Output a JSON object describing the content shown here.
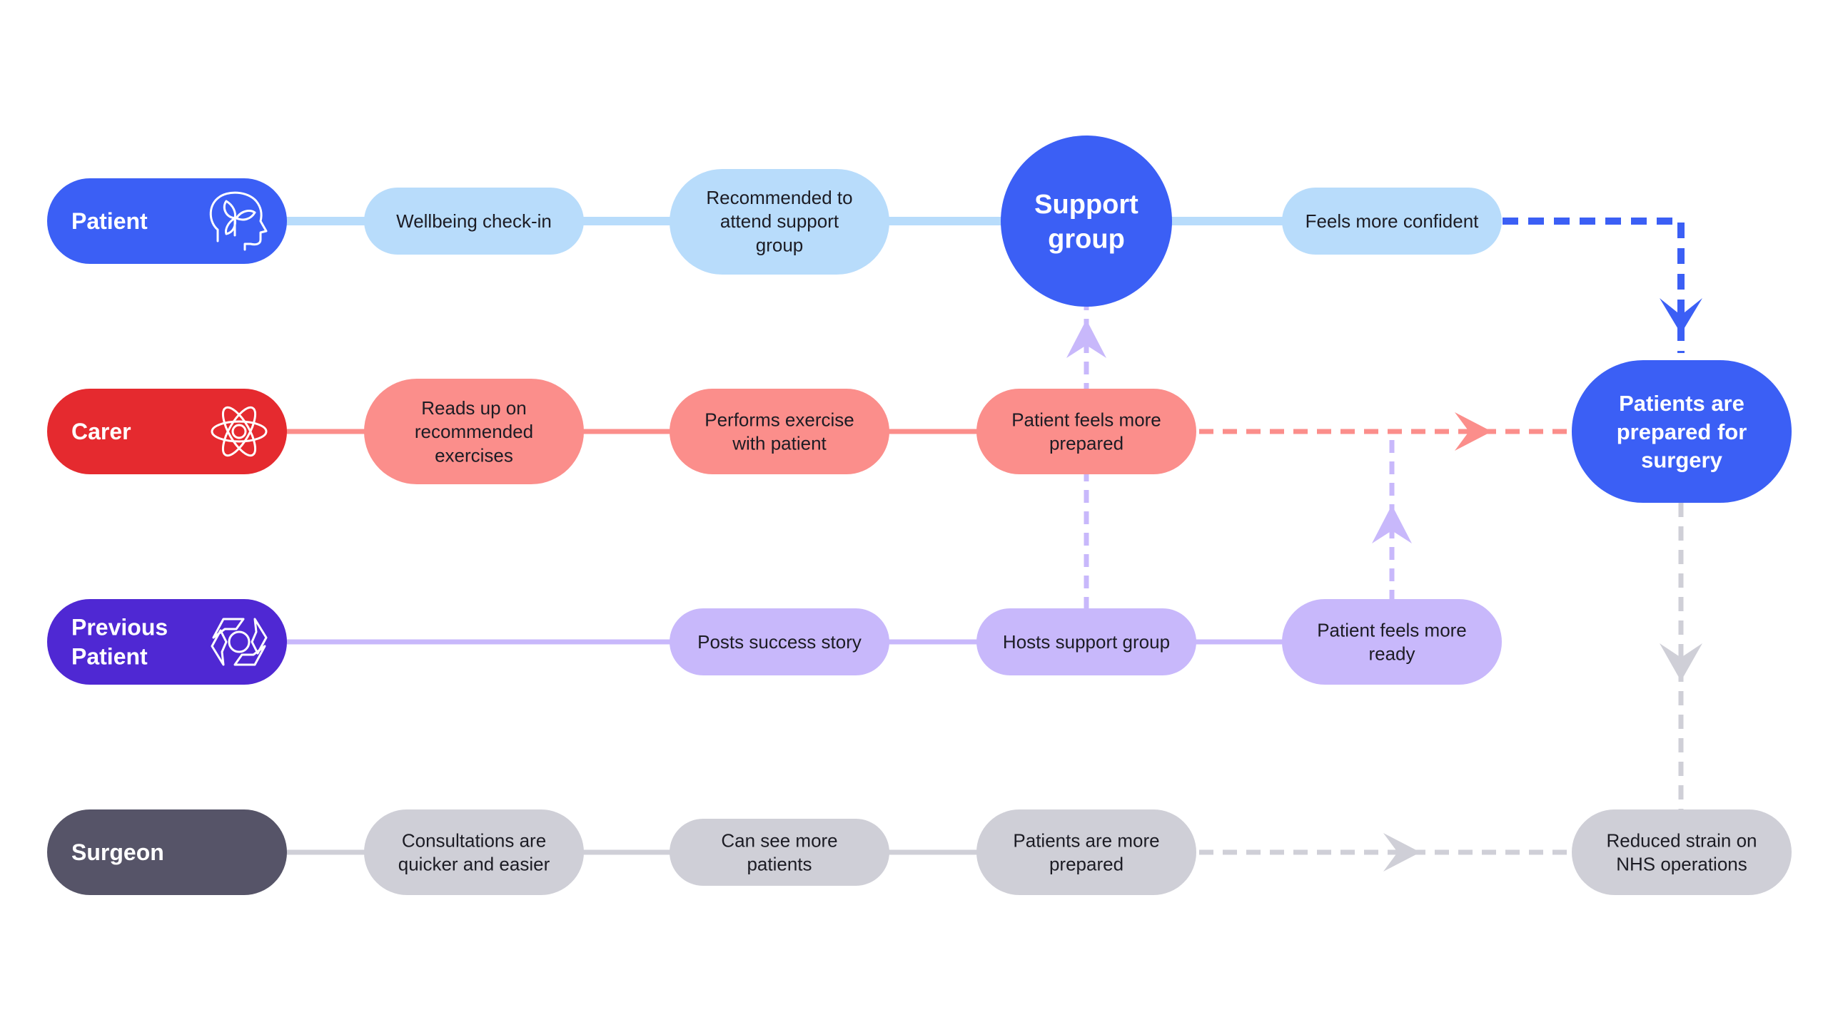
{
  "colors": {
    "patient": "#3b5ff5",
    "patient_light": "#b8dcfb",
    "carer": "#e52a2f",
    "carer_light": "#fb8e8b",
    "previous": "#4f28d3",
    "previous_light": "#c8b8fb",
    "surgeon": "#565468",
    "surgeon_light": "#cfcfd7",
    "text_dark": "#1c1c24",
    "text_light": "#ffffff"
  },
  "lanes": {
    "patient": {
      "label": [
        "Patient"
      ],
      "icon": "head-with-leaves-icon",
      "steps": [
        [
          "Wellbeing check-in"
        ],
        [
          "Recommended to",
          "attend support",
          "group"
        ]
      ],
      "hub": [
        "Support",
        "group"
      ],
      "outcome": [
        "Feels more confident"
      ]
    },
    "carer": {
      "label": [
        "Carer"
      ],
      "icon": "atom-icon",
      "steps": [
        [
          "Reads up on",
          "recommended",
          "exercises"
        ],
        [
          "Performs exercise",
          "with patient"
        ],
        [
          "Patient feels more",
          "prepared"
        ]
      ]
    },
    "previous": {
      "label": [
        "Previous",
        "Patient"
      ],
      "icon": "hands-circle-icon",
      "steps": [
        [
          "Posts success story"
        ],
        [
          "Hosts support group"
        ],
        [
          "Patient feels more",
          "ready"
        ]
      ]
    },
    "surgeon": {
      "label": [
        "Surgeon"
      ],
      "steps": [
        [
          "Consultations are",
          "quicker and easier"
        ],
        [
          "Can see more",
          "patients"
        ],
        [
          "Patients are more",
          "prepared"
        ]
      ]
    }
  },
  "final_outcome": [
    "Patients are",
    "prepared for",
    "surgery"
  ],
  "system_outcome": [
    "Reduced strain on",
    "NHS operations"
  ]
}
